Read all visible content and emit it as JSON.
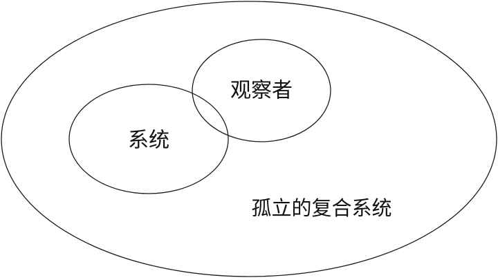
{
  "diagram": {
    "outer": {
      "label": "孤立的复合系统"
    },
    "system": {
      "label": "系统"
    },
    "observer": {
      "label": "观察者"
    }
  }
}
